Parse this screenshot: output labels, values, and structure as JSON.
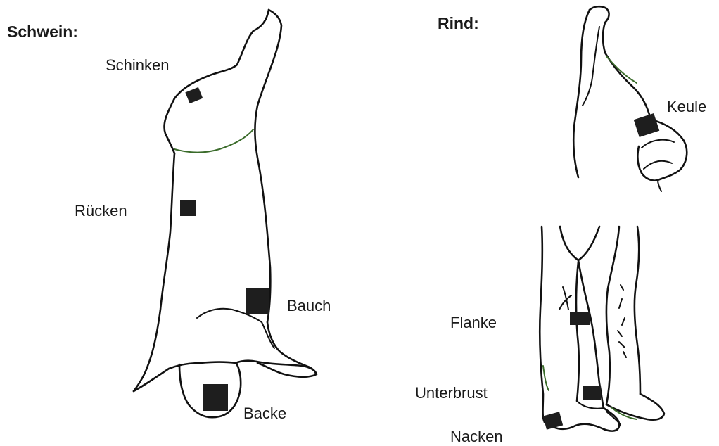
{
  "pig": {
    "title": "Schwein:",
    "labels": {
      "ham": "Schinken",
      "back": "Rücken",
      "belly": "Bauch",
      "cheek": "Backe"
    }
  },
  "beef": {
    "title": "Rind:",
    "labels": {
      "leg": "Keule",
      "flank": "Flanke",
      "brisket": "Unterbrust",
      "neck": "Nacken"
    }
  },
  "colors": {
    "outline": "#111111",
    "sample_mark": "#1e1e1e",
    "fat_line": "#3a6b2a"
  }
}
